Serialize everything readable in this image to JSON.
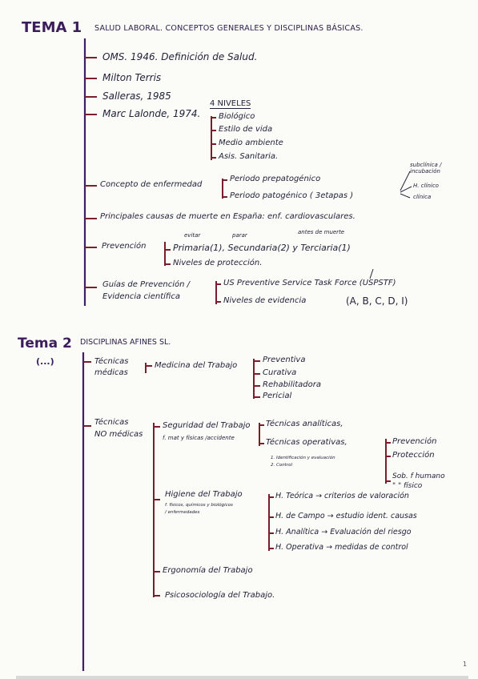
{
  "colors": {
    "ink": "#22223b",
    "purple": "#3f1f63",
    "red": "#7a1e2e"
  },
  "tema1": {
    "label": "TEMA 1",
    "title": "SALUD LABORAL. CONCEPTOS GENERALES Y DISCIPLINAS BÁSICAS.",
    "items": {
      "oms": "OMS. 1946. Definición de Salud.",
      "terris": "Milton Terris",
      "salleras": "Salleras, 1985",
      "lalonde": "Marc Lalonde, 1974.",
      "niveles_title": "4 NIVELES",
      "niveles": [
        "Biológico",
        "Estilo de vida",
        "Medio ambiente",
        "Asis. Sanitaria."
      ],
      "enfermedad": "Concepto de enfermedad",
      "periodos": [
        "Periodo prepatogénico",
        "Periodo patogénico ( 3etapas )"
      ],
      "etapas": [
        "subclínica / incubación",
        "H. clínico",
        "clínica"
      ],
      "causas": "Principales causas de muerte en España: enf. cardiovasculares.",
      "prevencion": "Prevención",
      "prev_tipos": "Primaria(1), Secundaria(2) y Terciaria(1)",
      "prev_notes": [
        "evitar",
        "parar",
        "antes de muerte"
      ],
      "prev_niveles": "Niveles de protección.",
      "guias": [
        "Guías de Prevención /",
        "Evidencia científica"
      ],
      "uspstf": "US Preventive Service Task Force (USPSTF)",
      "evidencia": "Niveles de evidencia",
      "evidencia_vals": "(A, B, C, D, I)"
    }
  },
  "tema2": {
    "label": "Tema 2",
    "sub": "(...)",
    "title": "DISCIPLINAS AFINES SL.",
    "medicas": [
      "Técnicas",
      "médicas"
    ],
    "medicina": "Medicina del Trabajo",
    "med_tipos": [
      "Preventiva",
      "Curativa",
      "Rehabilitadora",
      "Pericial"
    ],
    "nomedicas": [
      "Técnicas",
      "NO médicas"
    ],
    "seguridad": "Seguridad del Trabajo",
    "seguridad_note": "f. mat y físicas /accidente",
    "tecnicas": [
      "Técnicas analíticas,",
      "Técnicas operativas,"
    ],
    "tec_notes": [
      "1. Identificación y evaluación",
      "2. Control"
    ],
    "operativas": [
      "Prevención",
      "Protección"
    ],
    "sob": [
      "Sob. f humano",
      "\" \" físico"
    ],
    "higiene": "Higiene del Trabajo",
    "higiene_note": [
      "f. físicos, químicos y biológicos",
      "/ enfermedades"
    ],
    "hig_tipos": [
      "H. Teórica → criterios de valoración",
      "H. de Campo → estudio ident. causas",
      "H. Analítica → Evaluación del riesgo",
      "H. Operativa → medidas de control"
    ],
    "ergonomia": "Ergonomía del Trabajo",
    "psico": "Psicosociología del Trabajo."
  },
  "page_number": "1"
}
